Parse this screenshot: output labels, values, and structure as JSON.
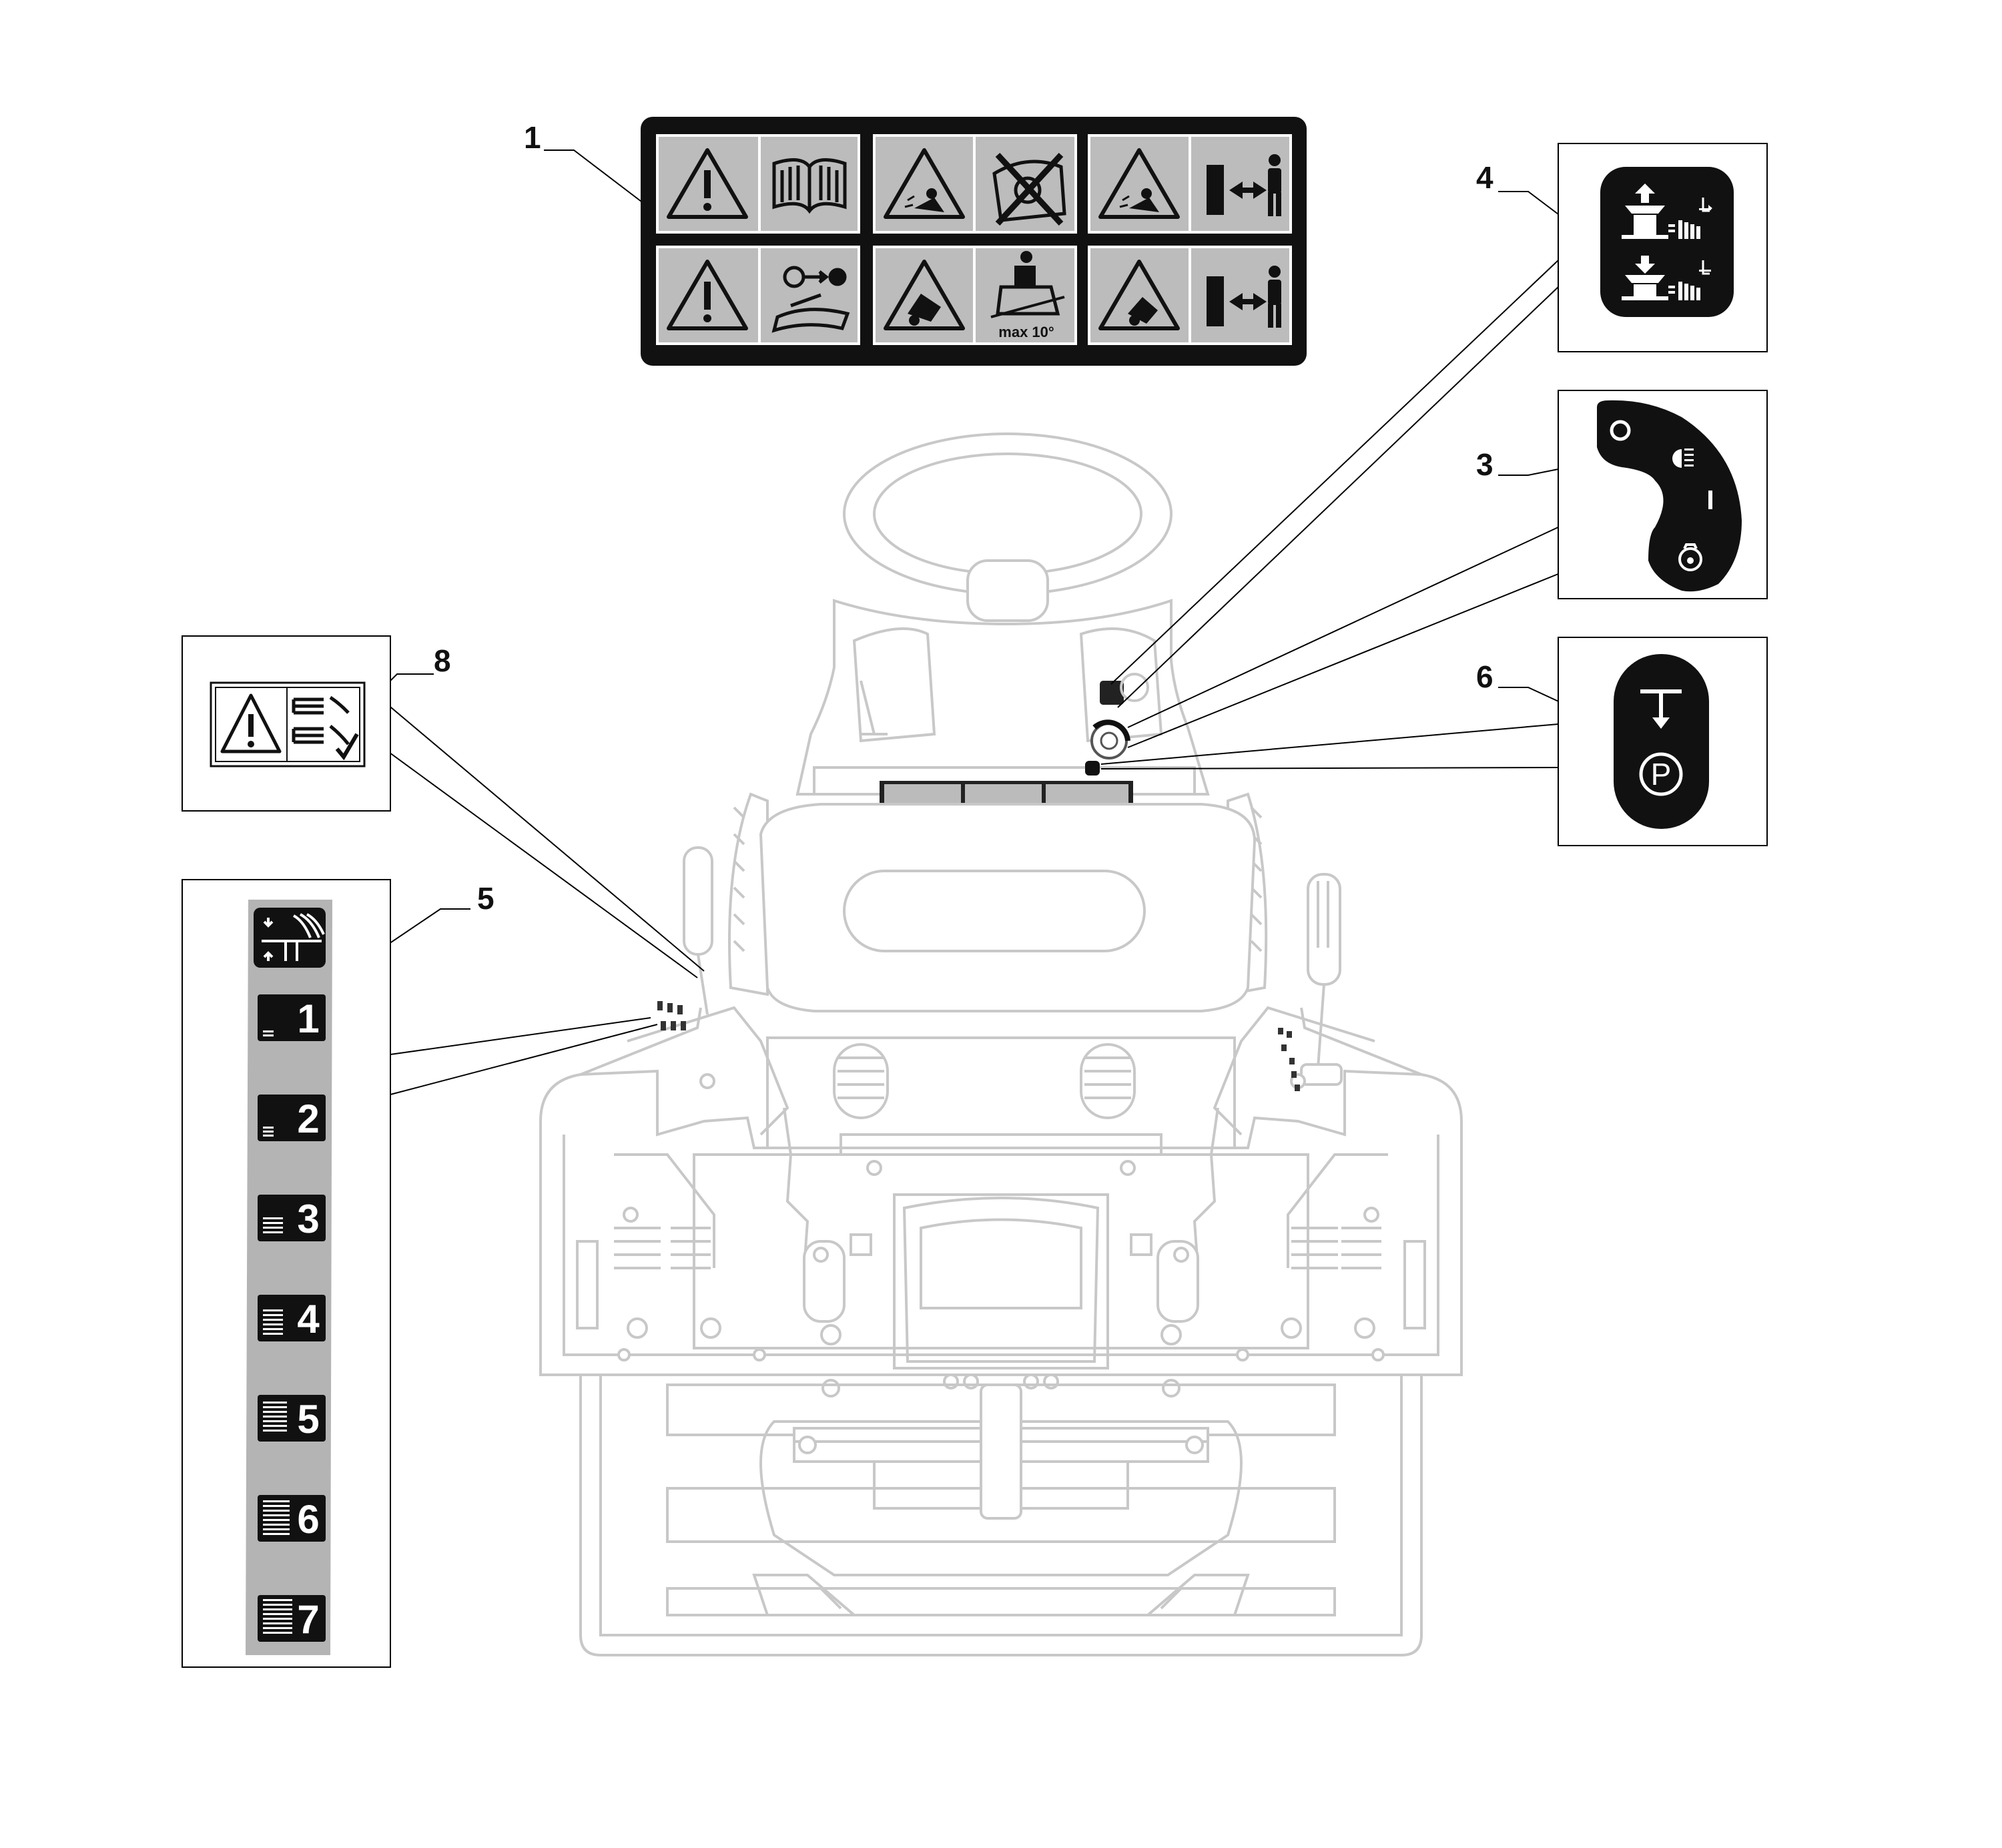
{
  "callouts": {
    "c1": "1",
    "c3": "3",
    "c4": "4",
    "c5": "5",
    "c6": "6",
    "c8": "8"
  },
  "decal1": {
    "slope_text": "max 10°"
  },
  "decal3": {
    "off_symbol": "O",
    "on_symbol": "I"
  },
  "decal5": {
    "heights": [
      "1",
      "2",
      "3",
      "4",
      "5",
      "6",
      "7"
    ]
  },
  "decal6": {
    "parking_symbol": "P"
  },
  "colors": {
    "decal_black": "#111111",
    "decal_gray": "#b4b4b4",
    "ghost_line": "#c8c8c8"
  }
}
